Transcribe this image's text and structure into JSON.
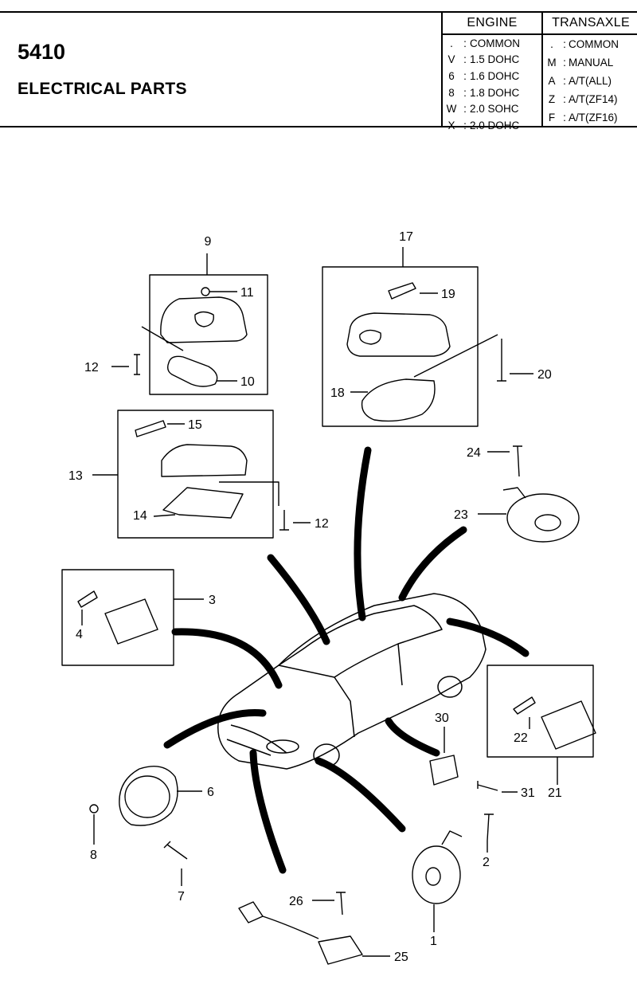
{
  "header": {
    "page_number": "5410",
    "section_title": "ELECTRICAL PARTS",
    "engine": {
      "heading": "ENGINE",
      "rows": [
        {
          "code": ".",
          "desc": "COMMON"
        },
        {
          "code": "V",
          "desc": "1.5 DOHC"
        },
        {
          "code": "6",
          "desc": "1.6 DOHC"
        },
        {
          "code": "8",
          "desc": "1.8 DOHC"
        },
        {
          "code": "W",
          "desc": "2.0 SOHC"
        },
        {
          "code": "X",
          "desc": "2.0 DOHC"
        }
      ]
    },
    "transaxle": {
      "heading": "TRANSAXLE",
      "rows": [
        {
          "code": ".",
          "desc": "COMMON"
        },
        {
          "code": "M",
          "desc": "MANUAL"
        },
        {
          "code": "A",
          "desc": "A/T(ALL)"
        },
        {
          "code": "Z",
          "desc": "A/T(ZF14)"
        },
        {
          "code": "F",
          "desc": "A/T(ZF16)"
        }
      ]
    }
  },
  "callouts": {
    "c1": "1",
    "c2": "2",
    "c3": "3",
    "c4": "4",
    "c6": "6",
    "c7": "7",
    "c8": "8",
    "c9": "9",
    "c10": "10",
    "c11": "11",
    "c12a": "12",
    "c12b": "12",
    "c13": "13",
    "c14": "14",
    "c15": "15",
    "c17": "17",
    "c18": "18",
    "c19": "19",
    "c20": "20",
    "c21": "21",
    "c22": "22",
    "c23": "23",
    "c24": "24",
    "c25": "25",
    "c26": "26",
    "c30": "30",
    "c31": "31"
  }
}
